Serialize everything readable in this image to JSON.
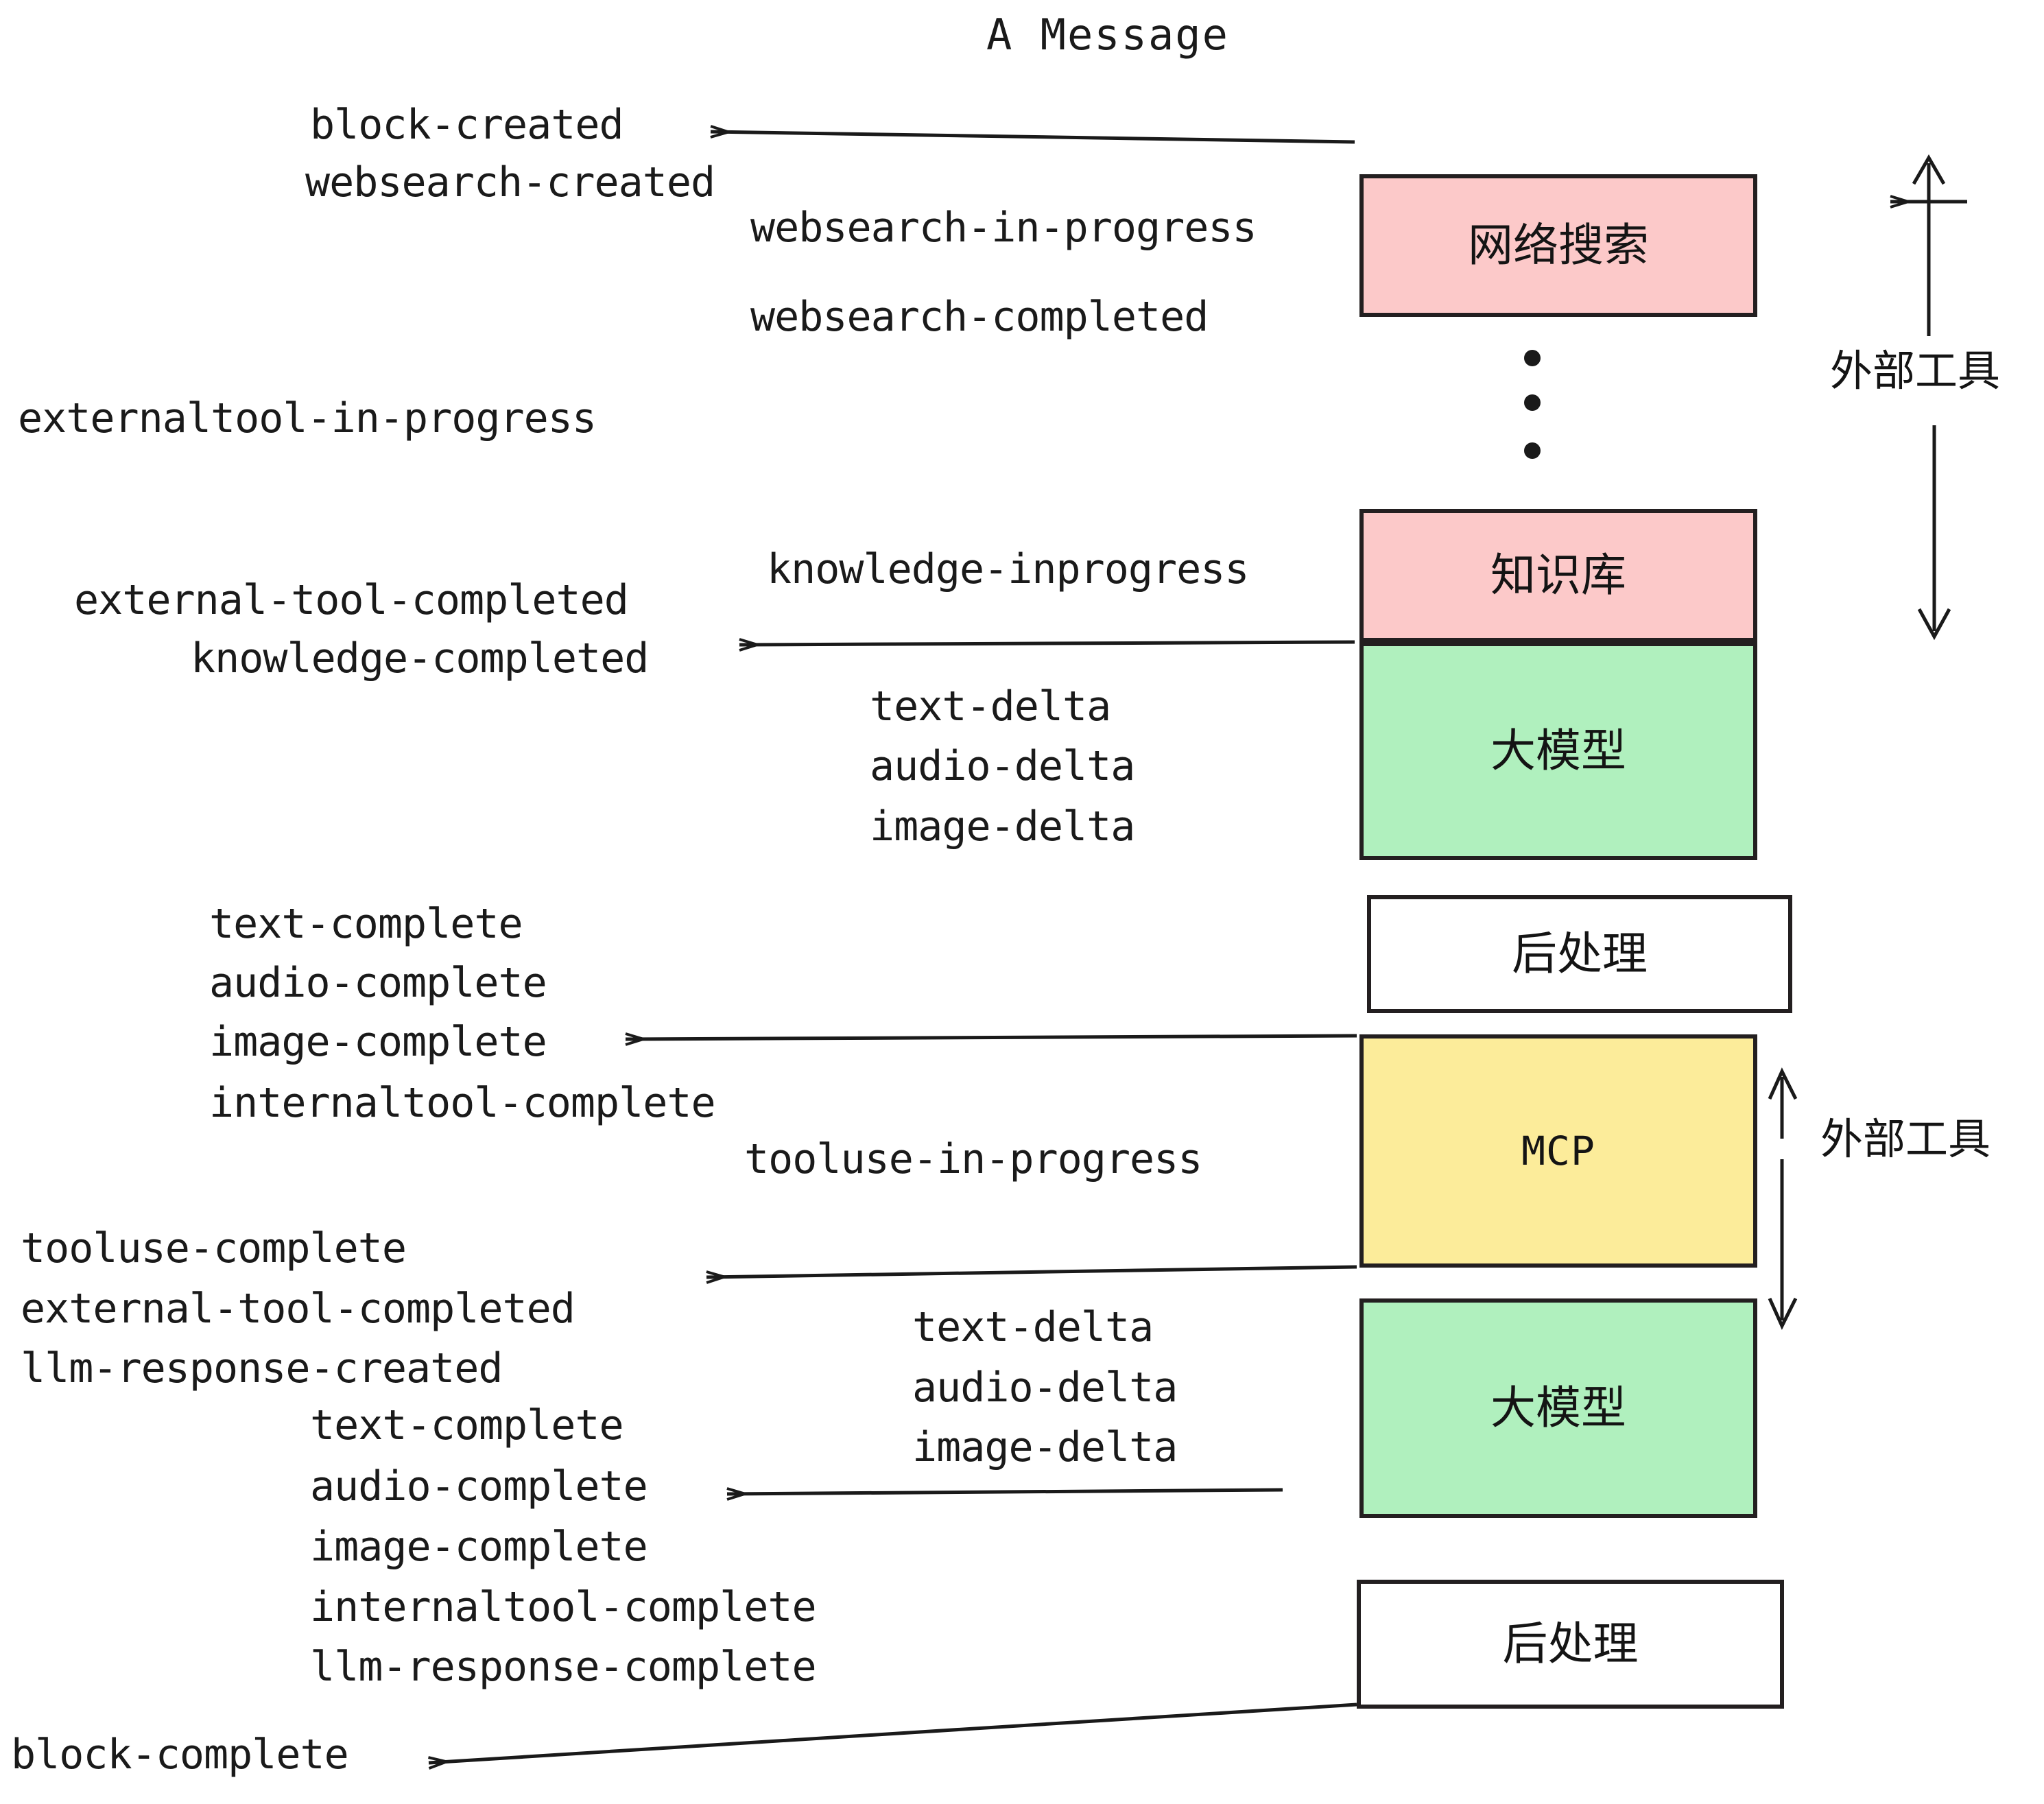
{
  "title": "A Message",
  "colors": {
    "pink": "#FCC9C9",
    "green": "#B0F0BE",
    "yellow": "#FCEC9A",
    "white": "#FFFFFF",
    "stroke": "#231F20",
    "text": "#1A1A1A"
  },
  "boxes": {
    "websearch": "网络搜索",
    "knowledge": "知识库",
    "llm_upper": "大模型",
    "postprocess_upper": "后处理",
    "mcp": "MCP",
    "llm_lower": "大模型",
    "postprocess_lower": "后处理"
  },
  "side_labels": {
    "external_tool_upper": "外部工具",
    "external_tool_lower": "外部工具"
  },
  "events": {
    "block_created": "block-created",
    "websearch_created": "websearch-created",
    "websearch_in_progress": "websearch-in-progress",
    "websearch_completed": "websearch-completed",
    "externaltool_in_progress": "externaltool-in-progress",
    "knowledge_inprogress": "knowledge-inprogress",
    "external_tool_completed_1": "external-tool-completed",
    "knowledge_completed": "knowledge-completed",
    "text_delta_1": "text-delta",
    "audio_delta_1": "audio-delta",
    "image_delta_1": "image-delta",
    "text_complete_1": "text-complete",
    "audio_complete_1": "audio-complete",
    "image_complete_1": "image-complete",
    "internaltool_complete_1": "internaltool-complete",
    "tooluse_in_progress": "tooluse-in-progress",
    "tooluse_complete": "tooluse-complete",
    "external_tool_completed_2": "external-tool-completed",
    "llm_response_created": "llm-response-created",
    "text_delta_2": "text-delta",
    "audio_delta_2": "audio-delta",
    "image_delta_2": "image-delta",
    "text_complete_2": "text-complete",
    "audio_complete_2": "audio-complete",
    "image_complete_2": "image-complete",
    "internaltool_complete_2": "internaltool-complete",
    "llm_response_complete": "llm-response-complete",
    "block_complete": "block-complete"
  }
}
